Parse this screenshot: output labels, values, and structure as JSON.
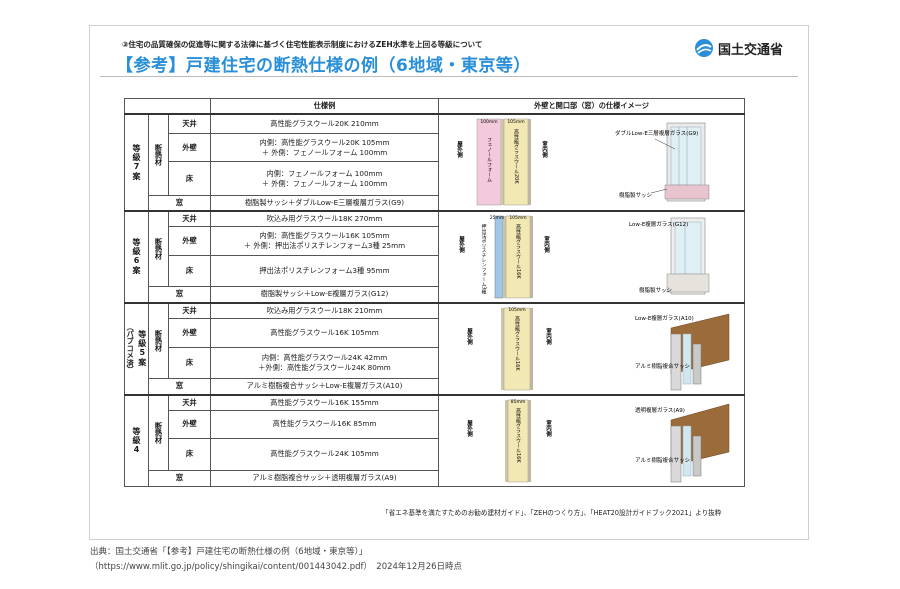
{
  "header": {
    "subheading": "③住宅の品質確保の促進等に関する法律に基づく住宅性能表示制度におけるZEH水準を上回る等級について",
    "title": "【参考】戸建住宅の断熱仕様の例（6地域・東京等）",
    "logo_text": "国土交通省"
  },
  "table": {
    "col_spec": "仕様例",
    "col_image": "外壁と開口部（窓）の仕様イメージ",
    "insulation_label": "断熱材",
    "window_label": "窓",
    "part_ceiling": "天井",
    "part_wall": "外壁",
    "part_floor": "床",
    "groups": [
      {
        "grade": "等級7案",
        "ceiling": "高性能グラスウール20K 210mm",
        "wall_1": "内側：高性能グラスウール20K 105mm",
        "wall_2": "＋ 外側：フェノールフォーム 100mm",
        "floor_1": "内側：フェノールフォーム 100mm",
        "floor_2": "＋ 外側：フェノールフォーム 100mm",
        "window": "樹脂製サッシ＋ダブルLow-E三層複層ガラス(G9)",
        "img": {
          "w1": "100mm",
          "w2": "105mm",
          "m1": "フェノールフォーム",
          "m2": "高性能グラスウール20K",
          "out": "屋外側",
          "in": "室内側",
          "glass": "ダブルLow-E三層複層ガラス(G9)",
          "sash": "樹脂製サッシ"
        }
      },
      {
        "grade": "等級6案",
        "ceiling": "吹込み用グラスウール18K 270mm",
        "wall_1": "内側：高性能グラスウール16K 105mm",
        "wall_2": "＋ 外側：押出法ポリスチレンフォーム3種 25mm",
        "floor_1": "押出法ポリスチレンフォーム3種 95mm",
        "window": "樹脂製サッシ＋Low-E複層ガラス(G12)",
        "img": {
          "w1": "25mm",
          "w2": "105mm",
          "m1": "押出法ポリスチレンフォーム3種",
          "m2": "高性能グラスウール16K",
          "out": "屋外側",
          "in": "室内側",
          "glass": "Low-E複層ガラス(G12)",
          "sash": "樹脂製サッシ"
        }
      },
      {
        "grade": "等級5案",
        "grade_note": "（パブコメ済）",
        "ceiling": "吹込み用グラスウール18K 210mm",
        "wall_1": "高性能グラスウール16K 105mm",
        "floor_1": "内側：高性能グラスウール24K 42mm",
        "floor_2": "＋外側：高性能グラスウール24K 80mm",
        "window": "アルミ樹脂複合サッシ＋Low-E複層ガラス(A10)",
        "img": {
          "w2": "105mm",
          "m2": "高性能グラスウール16K",
          "out": "屋外側",
          "in": "室内側",
          "glass": "Low-E複層ガラス(A10)",
          "sash": "アルミ樹脂複合サッシ"
        }
      },
      {
        "grade": "等級4",
        "ceiling": "高性能グラスウール16K 155mm",
        "wall_1": "高性能グラスウール16K 85mm",
        "floor_1": "高性能グラスウール24K 105mm",
        "window": "アルミ樹脂複合サッシ＋透明複層ガラス(A9)",
        "img": {
          "w2": "85mm",
          "m2": "高性能グラスウール16K",
          "out": "屋外側",
          "in": "室内側",
          "glass": "透明複層ガラス(A9)",
          "sash": "アルミ樹脂複合サッシ"
        }
      }
    ]
  },
  "source_note": "「省エネ基準を満たすためのお勧め建材ガイド」、「ZEHのつくり方」、「HEAT20設計ガイドブック2021」より抜粋",
  "caption": {
    "line1": "出典：国土交通省「【参考】戸建住宅の断熱仕様の例（6地域・東京等）」",
    "line2": "（https://www.mlit.go.jp/policy/shingikai/content/001443042.pdf）　2024年12月26日時点"
  },
  "colors": {
    "title_blue": "#2a8fd9",
    "phenol": "#f3c9dc",
    "xps": "#9ec7e8",
    "glasswool": "#f2e8b4",
    "stud": "#e6dcc4"
  }
}
